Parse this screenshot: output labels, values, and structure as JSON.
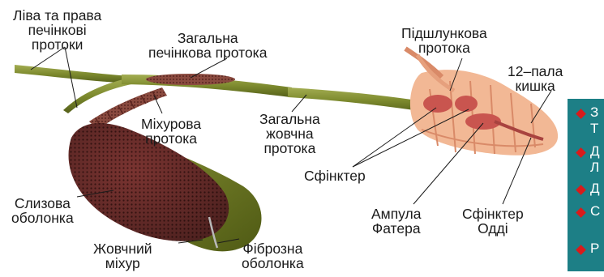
{
  "labels": {
    "hepatic_ducts": [
      "Ліва та права",
      "печінкові",
      "протоки"
    ],
    "common_hepatic_duct": [
      "Загальна",
      "печінкова протока"
    ],
    "pancreatic_duct": [
      "Підшлункова",
      "протока"
    ],
    "duodenum": [
      "12–пала",
      "кишка"
    ],
    "cystic_duct": [
      "Міхурова",
      "протока"
    ],
    "common_bile_duct": [
      "Загальна",
      "жовчна",
      "протока"
    ],
    "sphincter": "Сфінктер",
    "mucosa": [
      "Слизова",
      "оболонка"
    ],
    "ampulla": [
      "Ампула",
      "Фатера"
    ],
    "sphincter_oddi": [
      "Сфінктер",
      "Одді"
    ],
    "gallbladder": [
      "Жовчний",
      "міхур"
    ],
    "fibrous_layer": [
      "Фіброзна",
      "оболонка"
    ]
  },
  "side_panel": {
    "fragments": [
      "З",
      "Т",
      "Д",
      "Л",
      "Д",
      "С",
      "Р"
    ]
  },
  "colors": {
    "duct_green": "#7d8a2e",
    "gallbladder_brown": "#6b2c2a",
    "fibrous_green": "#6f7a24",
    "duodenum_pink": "#f0b391",
    "sphincter_red": "#c9554f",
    "panel_teal": "#1d7f86",
    "bullet_red": "#d81b1b"
  }
}
